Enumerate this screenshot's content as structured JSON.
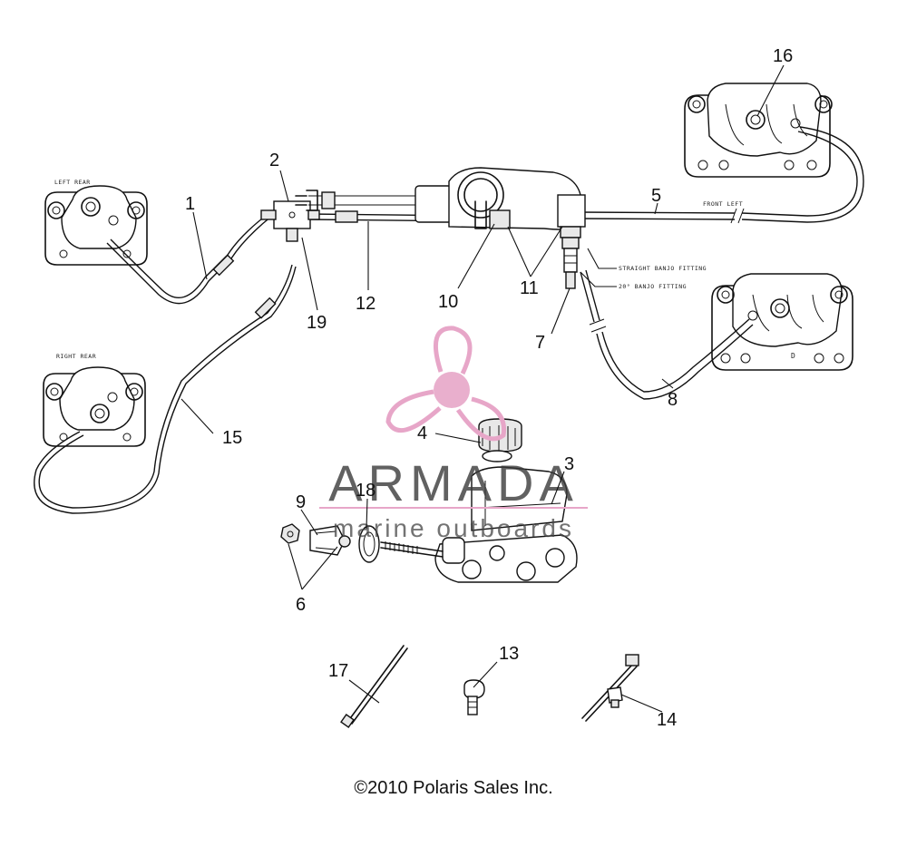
{
  "callouts": {
    "c1": "1",
    "c2": "2",
    "c3": "3",
    "c4": "4",
    "c5": "5",
    "c6": "6",
    "c7": "7",
    "c8": "8",
    "c9": "9",
    "c10": "10",
    "c11": "11",
    "c12": "12",
    "c13": "13",
    "c14": "14",
    "c15": "15",
    "c16": "16",
    "c17": "17",
    "c18": "18",
    "c19": "19"
  },
  "notes": {
    "left_rear": "LEFT REAR",
    "right_rear": "RIGHT REAR",
    "front_left": "FRONT LEFT",
    "straight_banjo": "STRAIGHT BANJO FITTING",
    "banjo_20": "20° BANJO FITTING",
    "caliper_mark": "D"
  },
  "watermark": {
    "brand": "ARMADA",
    "tagline": "marine outboards",
    "color": "#e7a6c8"
  },
  "copyright": "©2010 Polaris Sales Inc."
}
